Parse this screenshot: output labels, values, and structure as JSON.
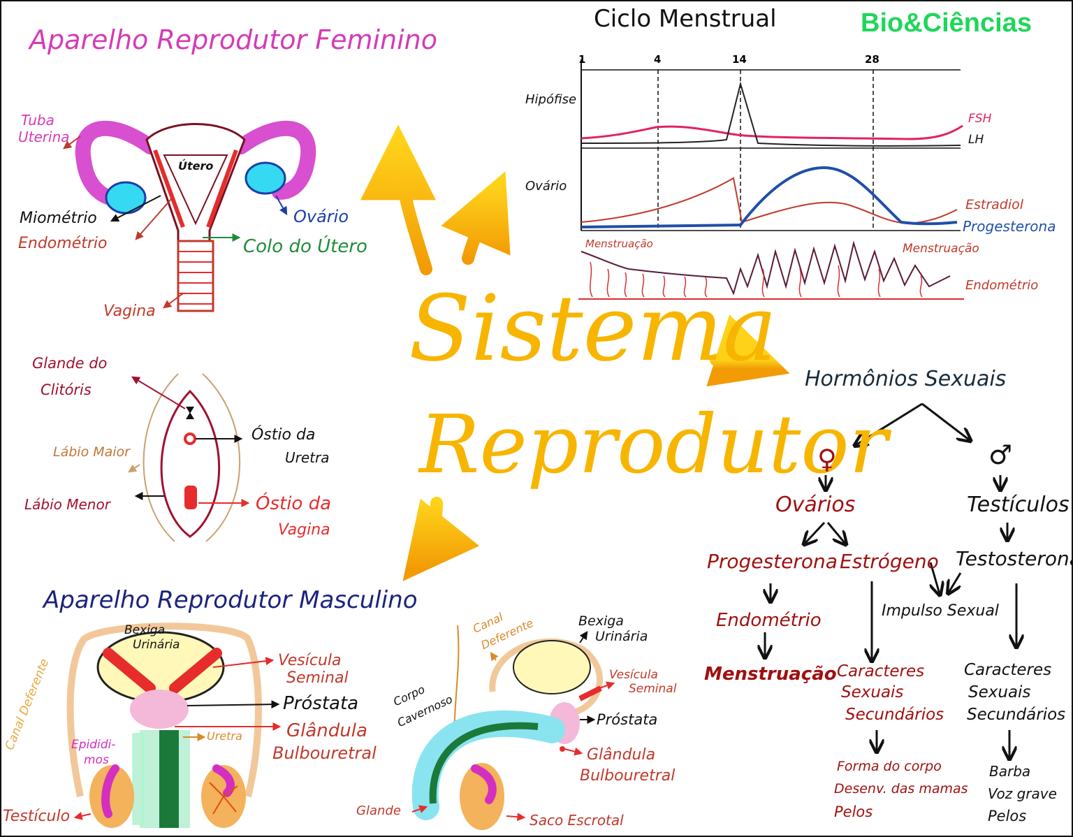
{
  "brand": "Bio&Ciências",
  "center": {
    "line1": "Sistema",
    "line2": "Reprodutor"
  },
  "female": {
    "title": "Aparelho Reprodutor Feminino",
    "tuba1": "Tuba",
    "tuba2": "Uterina",
    "utero": "Útero",
    "miometrio": "Miométrio",
    "endometrio": "Endométrio",
    "ovario": "Ovário",
    "colo": "Colo do Útero",
    "vagina": "Vagina"
  },
  "vulva": {
    "glande1": "Glande do",
    "glande2": "Clitóris",
    "labio_maior": "Lábio Maior",
    "labio_menor": "Lábio Menor",
    "ostio_uretra1": "Óstio da",
    "ostio_uretra2": "Uretra",
    "ostio_vagina1": "Óstio da",
    "ostio_vagina2": "Vagina"
  },
  "male": {
    "title": "Aparelho Reprodutor Masculino",
    "bexiga1": "Bexiga",
    "bexiga2": "Urinária",
    "canal": "Canal Deferente",
    "vesicula1": "Vesícula",
    "vesicula2": "Seminal",
    "prostata": "Próstata",
    "glandula1": "Glândula",
    "glandula2": "Bulbouretral",
    "epididimo1": "Epididi-",
    "epididimo2": "mos",
    "uretra": "Uretra",
    "testiculo": "Testículo"
  },
  "male_side": {
    "canal1": "Canal",
    "canal2": "Deferente",
    "bexiga1": "Bexiga",
    "bexiga2": "Urinária",
    "corpo1": "Corpo",
    "corpo2": "Cavernoso",
    "vesicula1": "Vesícula",
    "vesicula2": "Seminal",
    "prostata": "Próstata",
    "glandula1": "Glândula",
    "glandula2": "Bulbouretral",
    "glande": "Glande",
    "saco": "Saco Escrotal"
  },
  "cycle": {
    "title": "Ciclo Menstrual",
    "days": [
      "1",
      "4",
      "14",
      "28"
    ],
    "hipofise": "Hipófise",
    "ovario": "Ovário",
    "fsh": "FSH",
    "lh": "LH",
    "estradiol": "Estradiol",
    "progesterona": "Progesterona",
    "menstruacao": "Menstruação",
    "endometrio": "Endométrio",
    "colors": {
      "fsh": "#e0245e",
      "lh": "#222222",
      "estradiol": "#c0392b",
      "progesterona": "#1f4fa8",
      "endometrio": "#d63031"
    }
  },
  "hormones": {
    "title": "Hormônios Sexuais",
    "female_symbol": "♀",
    "male_symbol": "♂",
    "ovarios": "Ovários",
    "testiculos": "Testículos",
    "progesterona": "Progesterona",
    "estrogeno": "Estrógeno",
    "testosterona": "Testosterona",
    "endometrio": "Endométrio",
    "menstruacao": "Menstruação",
    "impulso": "Impulso Sexual",
    "caract_f": [
      "Caracteres",
      "Sexuais",
      "Secundários"
    ],
    "caract_m": [
      "Caracteres",
      "Sexuais",
      "Secundários"
    ],
    "female_traits": [
      "Forma do corpo",
      "Desenv. das mamas",
      "Pelos"
    ],
    "male_traits": [
      "Barba",
      "Voz grave",
      "Pelos"
    ]
  }
}
